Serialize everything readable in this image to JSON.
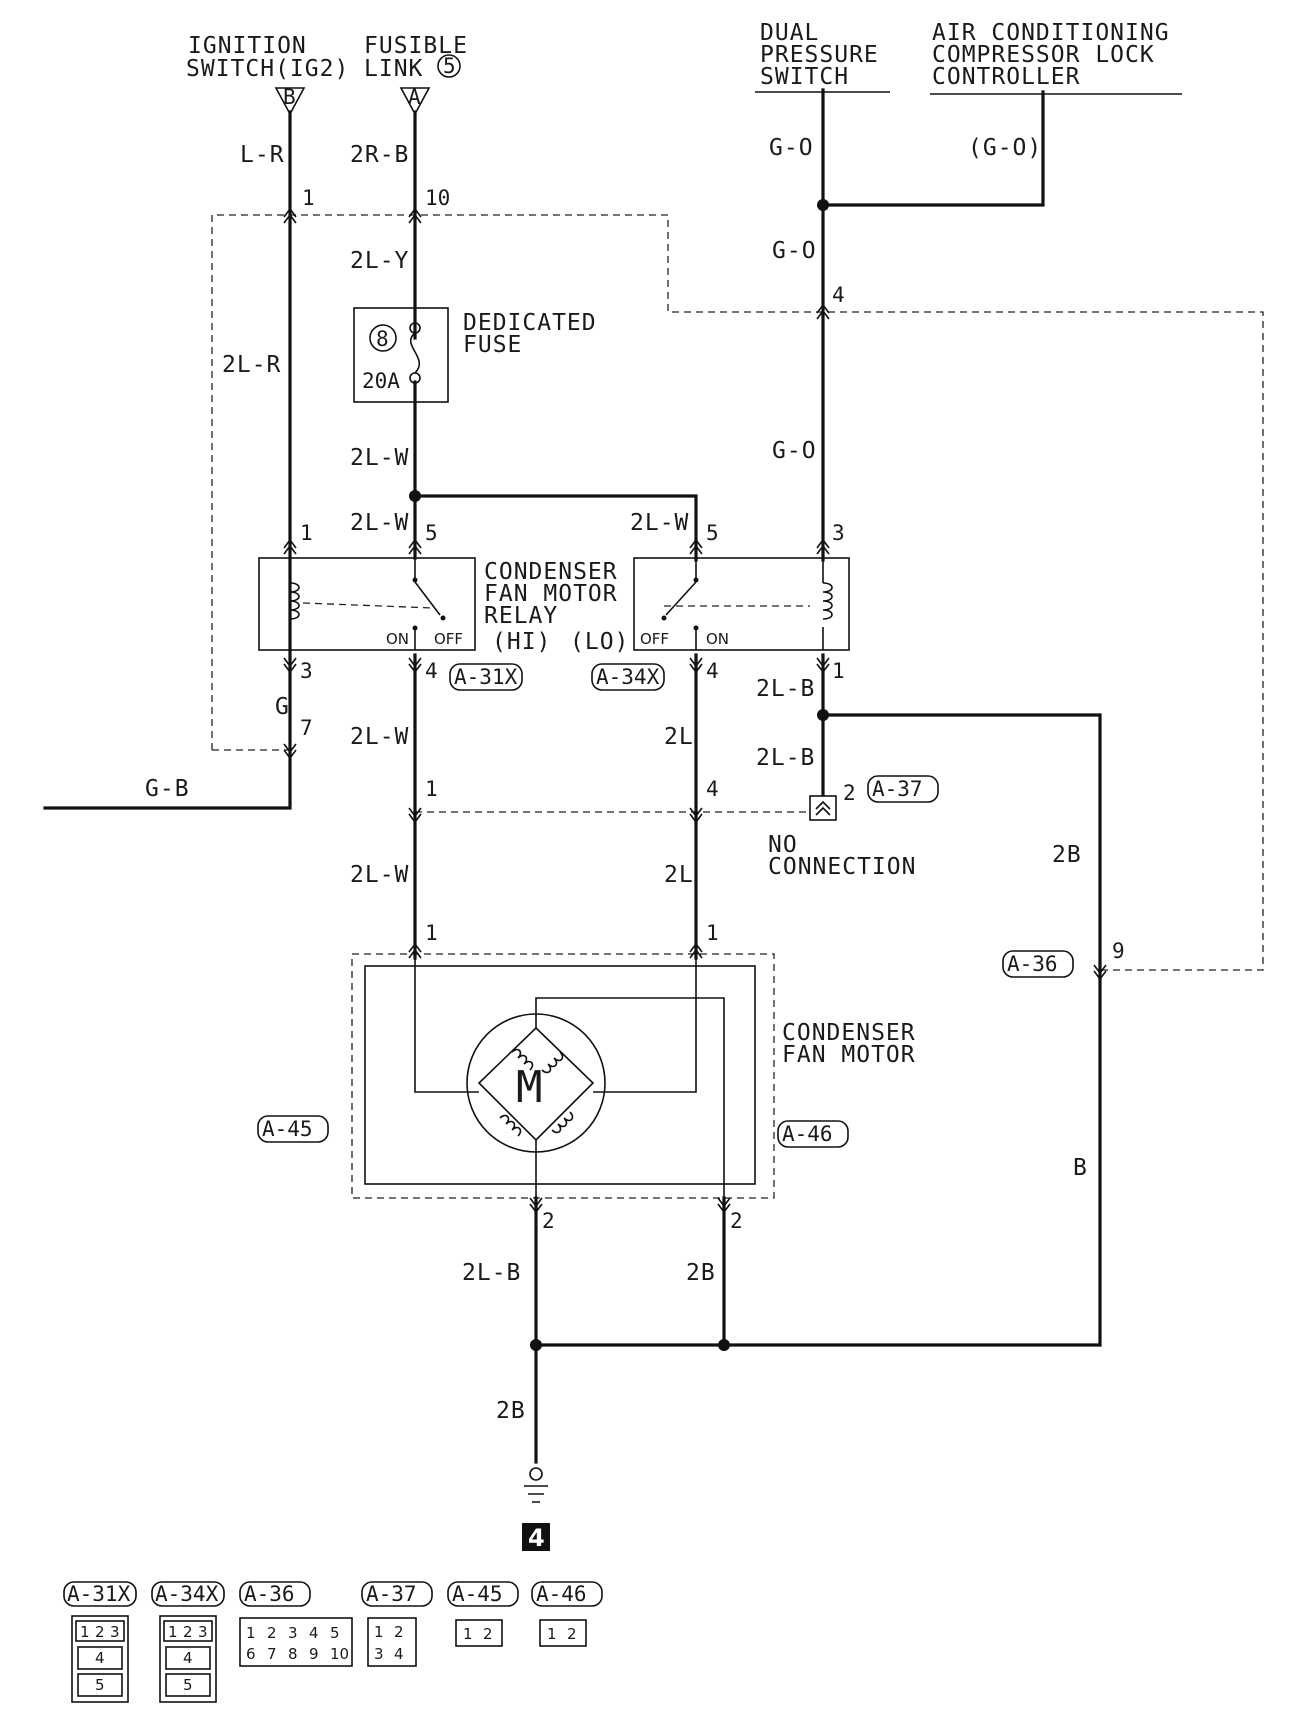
{
  "top": {
    "ignition": [
      "IGNITION",
      "SWITCH(IG2)"
    ],
    "ignition_tag": "B",
    "fusible": [
      "FUSIBLE",
      "LINK"
    ],
    "fusible_num": "5",
    "fusible_tag": "A",
    "dual": [
      "DUAL",
      "PRESSURE",
      "SWITCH"
    ],
    "ac": [
      "AIR CONDITIONING",
      "COMPRESSOR LOCK",
      "CONTROLLER"
    ]
  },
  "fuse": {
    "label": [
      "DEDICATED",
      "FUSE"
    ],
    "number": "8",
    "rating": "20A"
  },
  "relay": {
    "label": [
      "CONDENSER",
      "FAN MOTOR",
      "RELAY"
    ],
    "hi": "(HI)",
    "lo": "(LO)",
    "on": "ON",
    "off": "OFF"
  },
  "motor": {
    "label": [
      "CONDENSER",
      "FAN MOTOR"
    ],
    "symbol": "M"
  },
  "no_connection": [
    "NO",
    "CONNECTION"
  ],
  "ground_num": "4",
  "wires": {
    "lr": "L-R",
    "2rb": "2R-B",
    "go1": "G-O",
    "go_paren": "(G-O)",
    "go2": "G-O",
    "2ly": "2L-Y",
    "2lr": "2L-R",
    "go3": "G-O",
    "2lw1": "2L-W",
    "2lw2": "2L-W",
    "2lw3": "2L-W",
    "2lw4": "2L-W",
    "2lw5": "2L-W",
    "2lb1": "2L-B",
    "2lb2": "2L-B",
    "g": "G",
    "gb": "G-B",
    "2l1": "2L",
    "2l2": "2L",
    "2b1": "2B",
    "b": "B",
    "2lb3": "2L-B",
    "2b2": "2B",
    "2b3": "2B"
  },
  "pins": {
    "p1a": "1",
    "p10": "10",
    "p4a": "4",
    "p1b": "1",
    "p5a": "5",
    "p5b": "5",
    "p3a": "3",
    "p3b": "3",
    "p4b": "4",
    "p4c": "4",
    "p1c": "1",
    "p7": "7",
    "p1d": "1",
    "p4d": "4",
    "p2a": "2",
    "p9": "9",
    "p1e": "1",
    "p1f": "1",
    "p2b": "2",
    "p2c": "2"
  },
  "connectors": {
    "a31x": "A-31X",
    "a34x": "A-34X",
    "a37": "A-37",
    "a36": "A-36",
    "a45": "A-45",
    "a46": "A-46"
  },
  "legend": {
    "items": [
      "A-31X",
      "A-34X",
      "A-36",
      "A-37",
      "A-45",
      "A-46"
    ],
    "a31x_pins": [
      "1",
      "2",
      "3",
      "4",
      "5"
    ],
    "a34x_pins": [
      "1",
      "2",
      "3",
      "4",
      "5"
    ],
    "a36_pins": [
      "1",
      "2",
      "3",
      "4",
      "5",
      "6",
      "7",
      "8",
      "9",
      "10"
    ],
    "a37_pins": [
      "1",
      "2",
      "3",
      "4"
    ],
    "a45_pins": [
      "1",
      "2"
    ],
    "a46_pins": [
      "1",
      "2"
    ]
  }
}
